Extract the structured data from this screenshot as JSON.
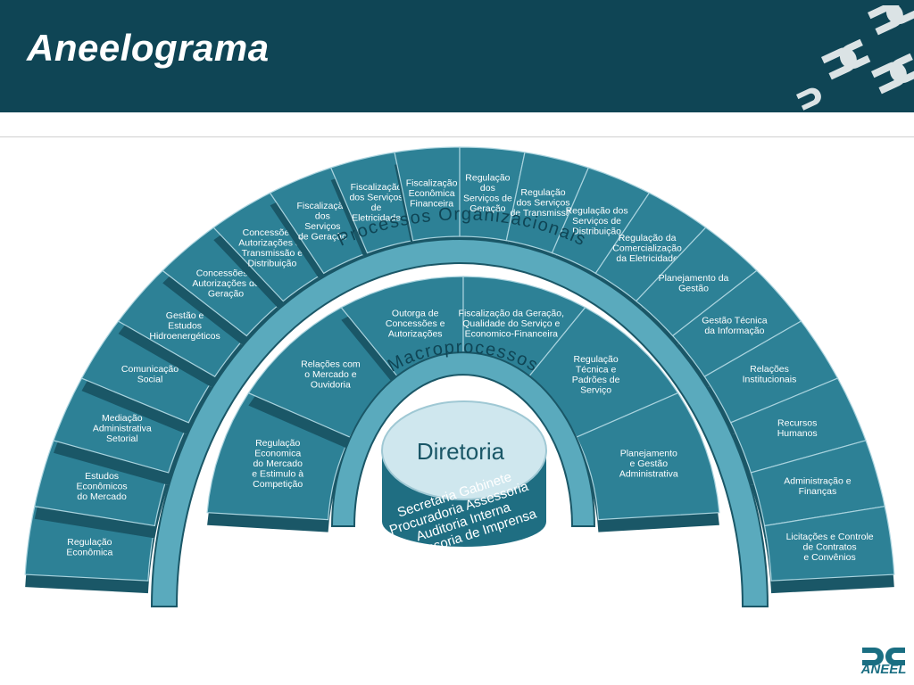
{
  "slide": {
    "title": "Aneelograma",
    "logo_text": "ANEEL"
  },
  "diagram": {
    "core": {
      "title": "Diretoria",
      "lines": [
        "Secretaria Gabinete",
        "Procuradoria Assessoria",
        "Auditoria Interna",
        "Assessoria de Imprensa"
      ]
    },
    "middle_ring": {
      "label": "Macroprocessos",
      "segments": [
        [
          "Regulação",
          "Economica",
          "do Mercado",
          "e Estimulo à",
          "Competição"
        ],
        [
          "Relações com",
          "o Mercado e",
          "Ouvidoria"
        ],
        [
          "Outorga de",
          "Concessões e",
          "Autorizações"
        ],
        [
          "Fiscalização da Geração,",
          "Qualidade do Serviço e",
          "Economico-Financeira"
        ],
        [
          "Regulação",
          "Técnica e",
          "Padrões de",
          "Serviço"
        ],
        [
          "Planejamento",
          "e Gestão",
          "Administrativa"
        ]
      ]
    },
    "outer_ring": {
      "label": "Processos Organizacionais",
      "segments": [
        [
          "Regulação",
          "Econômica"
        ],
        [
          "Estudos",
          "Econômicos",
          "do Mercado"
        ],
        [
          "Mediação",
          "Administrativa",
          "Setorial"
        ],
        [
          "Comunicação",
          "Social"
        ],
        [
          "Gestão e",
          "Estudos",
          "Hidroenergéticos"
        ],
        [
          "Concessões e",
          "Autorizações de",
          "Geração"
        ],
        [
          "Concessões e",
          "Autorizações de",
          "Transmissão e",
          "Distribuição"
        ],
        [
          "Fiscalização",
          "dos",
          "Serviços",
          "de Geração"
        ],
        [
          "Fiscalização",
          "dos Serviços",
          "de",
          "Eletricidade"
        ],
        [
          "Fiscalização",
          "Econômica",
          "Financeira"
        ],
        [
          "Regulação",
          "dos",
          "Serviços de",
          "Geração"
        ],
        [
          "Regulação",
          "dos Serviços",
          "de Transmissão"
        ],
        [
          "Regulação dos",
          "Serviços de",
          "Distribuição"
        ],
        [
          "Regulação da",
          "Comercialização",
          "da Eletricidade"
        ],
        [
          "Planejamento da",
          "Gestão"
        ],
        [
          "Gestão Técnica",
          "da Informação"
        ],
        [
          "Relações",
          "Institucionais"
        ],
        [
          "Recursos",
          "Humanos"
        ],
        [
          "Administração e",
          "Finanças"
        ],
        [
          "Licitações e Controle",
          "de Contratos",
          "e Convênios"
        ]
      ]
    },
    "colors": {
      "header": "#0f4555",
      "segment_face": "#2d8196",
      "segment_side": "#1a5767",
      "ring_band": "#5aaabd",
      "core_top": "#cfe7ee",
      "core_side": "#1f6e82",
      "label_text": "#ffffff",
      "band_text": "#0f4555"
    }
  }
}
